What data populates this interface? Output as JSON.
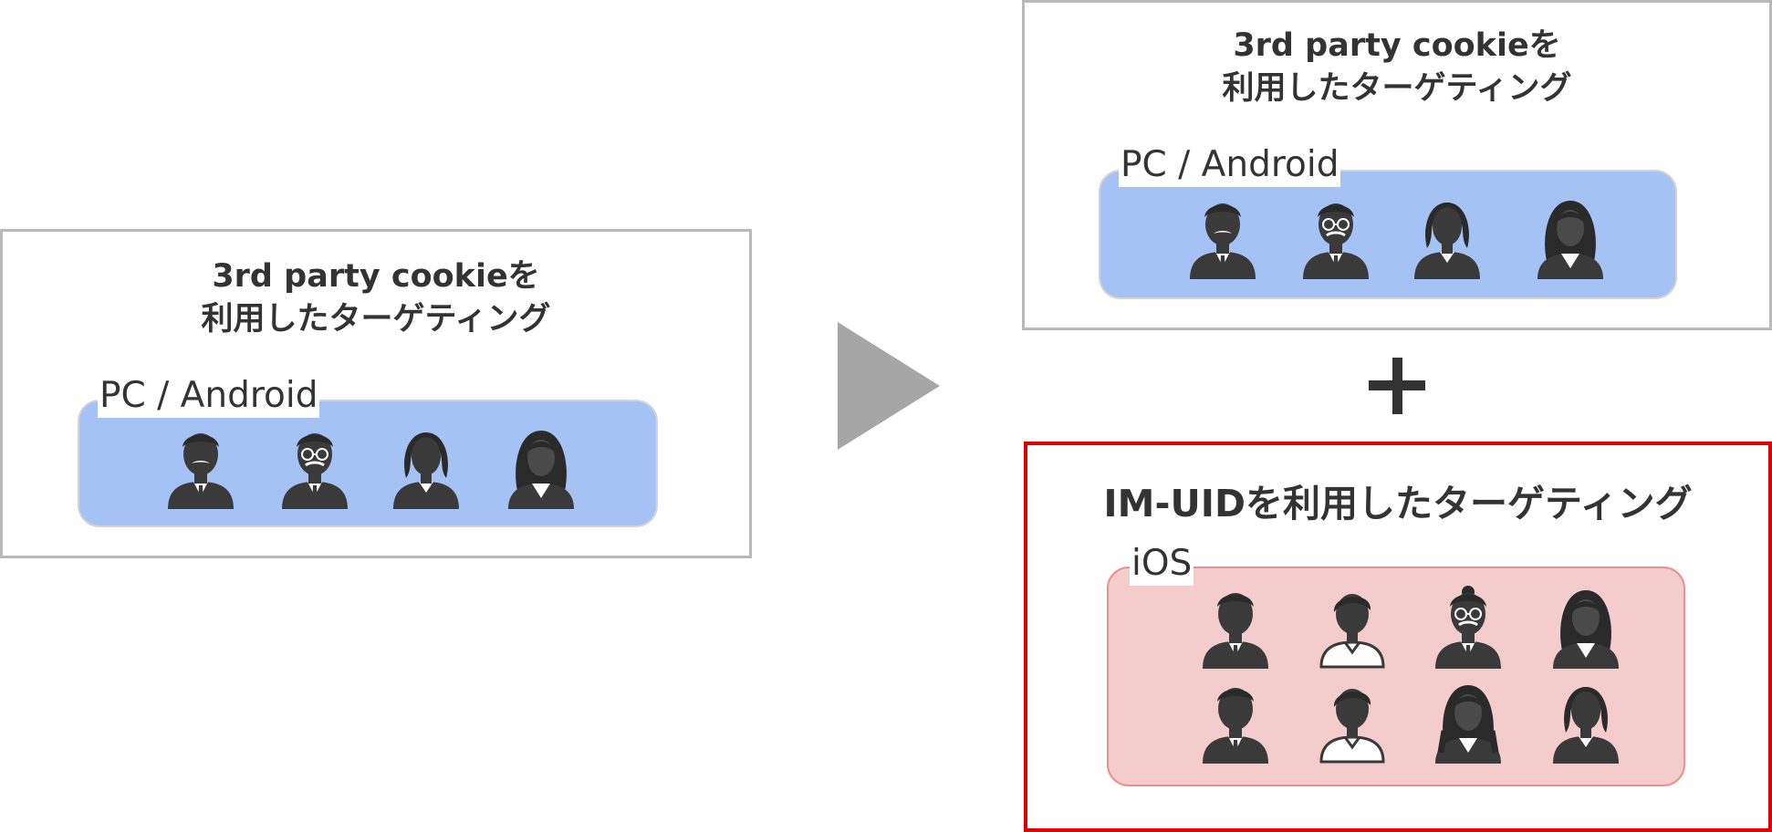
{
  "left_panel": {
    "title_line1": "3rd party cookieを",
    "title_line2": "利用したターゲティング",
    "group_label": "PC / Android",
    "avatars": [
      "businessman-icon",
      "businessman-glasses-icon",
      "woman-icon",
      "businesswoman-icon"
    ]
  },
  "right_top_panel": {
    "title_line1": "3rd party cookieを",
    "title_line2": "利用したターゲティング",
    "group_label": "PC / Android",
    "avatars": [
      "businessman-icon",
      "businessman-glasses-icon",
      "woman-icon",
      "businesswoman-icon"
    ]
  },
  "right_bottom_panel": {
    "title": "IM-UIDを利用したターゲティング",
    "group_label": "iOS",
    "avatars": [
      "young-man-suit-icon",
      "young-man-casual-icon",
      "woman-glasses-bun-icon",
      "woman-blouse-icon",
      "boy-suit-icon",
      "boy-casual-icon",
      "girl-braids-icon",
      "girl-bob-icon"
    ]
  },
  "connectors": {
    "arrow": "arrow-right-icon",
    "plus": "plus-icon"
  },
  "colors": {
    "panel_border": "#b8b8b8",
    "highlight_border": "#e00000",
    "pc_group_fill": "#a4c2f4",
    "ios_group_fill": "#f4cccc",
    "ios_group_border": "#f08e8e",
    "arrow": "#a6a6a6",
    "icon": "#3a3a3a"
  }
}
